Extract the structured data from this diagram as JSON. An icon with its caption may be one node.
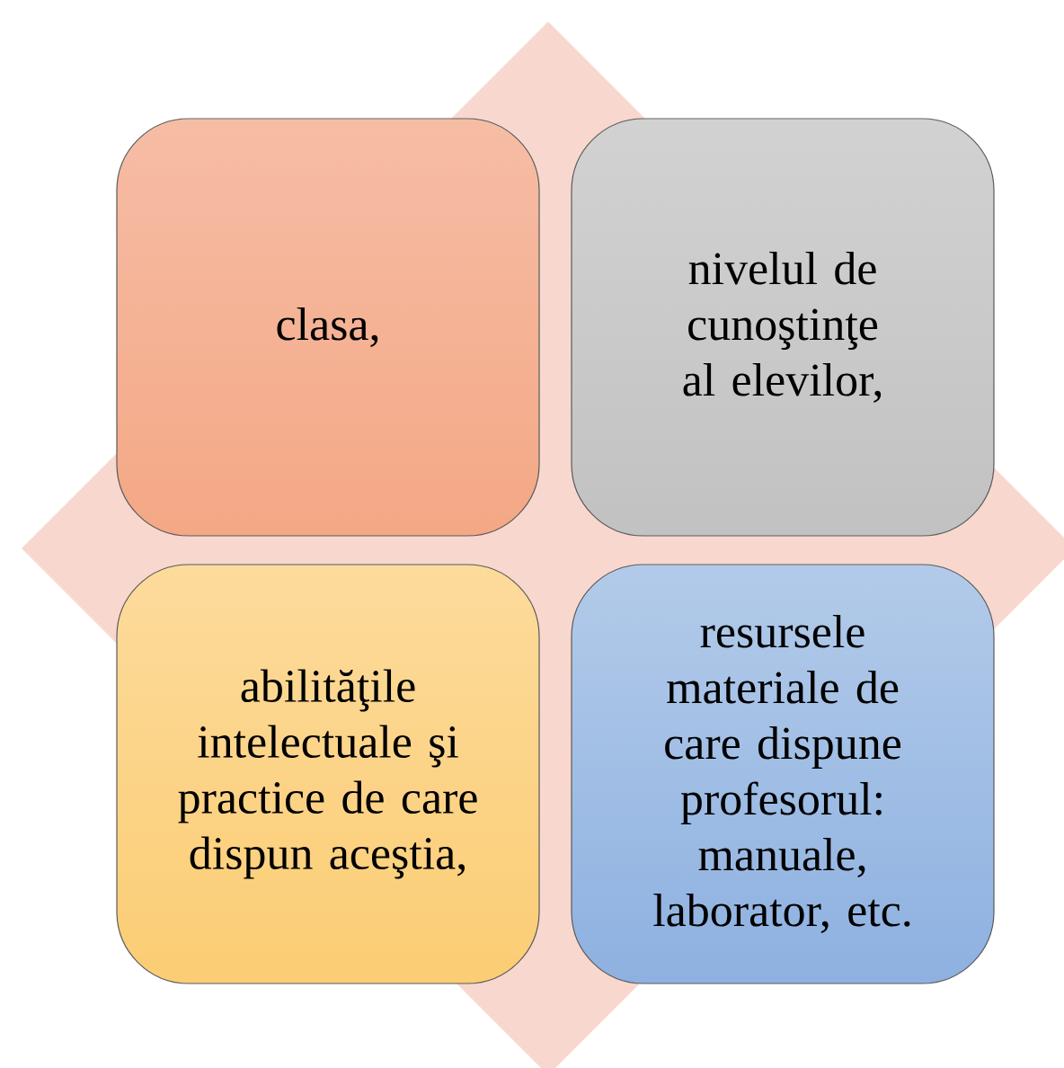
{
  "diagram": {
    "nodes": [
      {
        "text": [
          "clasa,"
        ]
      },
      {
        "text": [
          "nivelul de cunoştinţe al elevilor,"
        ]
      },
      {
        "text": [
          "abilităţile intelectuale şi practice de care dispun aceştia,"
        ]
      },
      {
        "text": [
          "resursele materiale de care dispune profesorul: manuale, laborator, etc."
        ]
      }
    ]
  }
}
